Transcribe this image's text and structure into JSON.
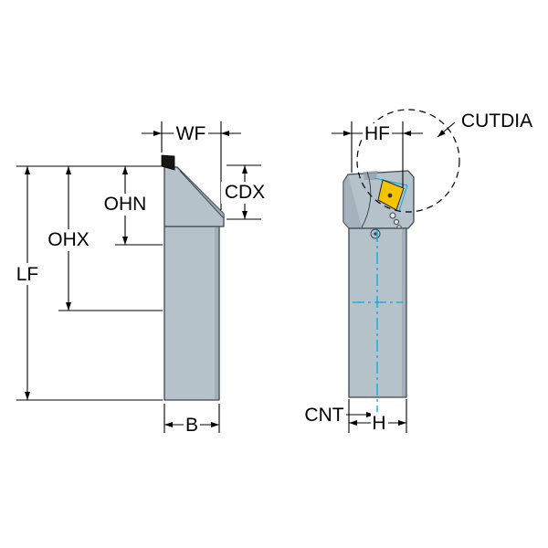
{
  "diagram": {
    "title": "tool-holder-dimension-drawing",
    "labels": {
      "wf": "WF",
      "ohn": "OHN",
      "ohx": "OHX",
      "lf": "LF",
      "cdx": "CDX",
      "b": "B",
      "hf": "HF",
      "cutdia": "CUTDIA",
      "cnt": "CNT",
      "h": "H"
    },
    "colors": {
      "body": "#b6c2ca",
      "body_dark": "#93a2ad",
      "outline": "#3a4750",
      "insert_yellow": "#f5c400",
      "centerline": "#00aadc",
      "dimension": "#000000",
      "background": "#ffffff"
    }
  }
}
